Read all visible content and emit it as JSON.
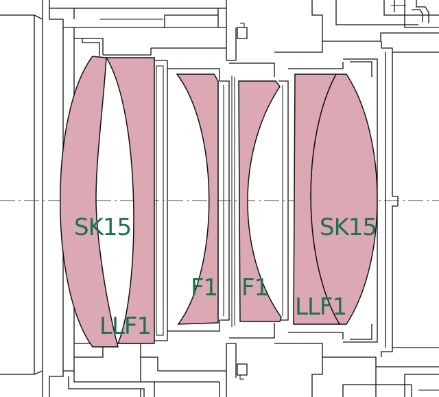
{
  "colors": {
    "glass_fill": "#dba8b4",
    "outline": "#111111",
    "label_text": "#1e6e52",
    "background": "#ffffff"
  },
  "labels": {
    "front_element_glass": "SK15",
    "front_cemented_glass": "LLF1",
    "middle_left_glass": "F1",
    "middle_right_glass": "F1",
    "rear_cemented_glass": "LLF1",
    "rear_element_glass": "SK15"
  }
}
